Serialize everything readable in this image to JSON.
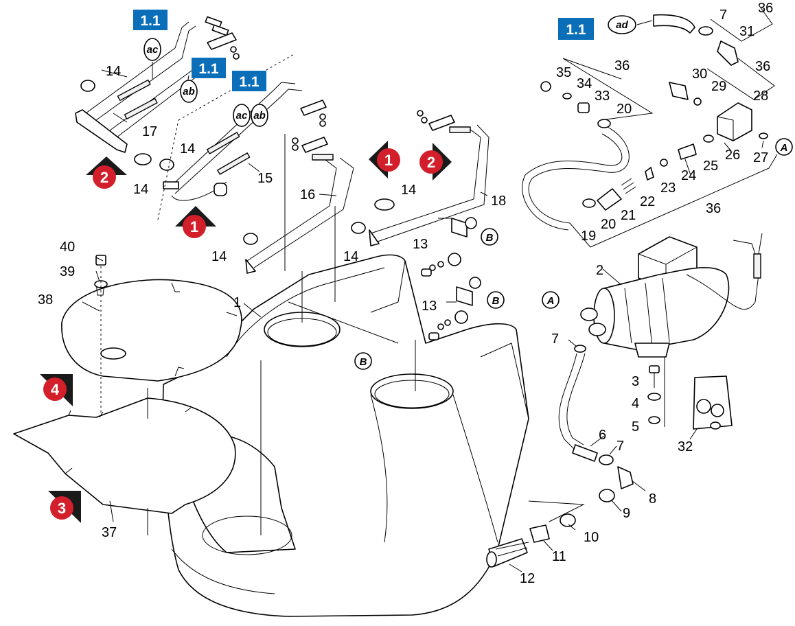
{
  "diagram": {
    "ref_tags": [
      "1.1",
      "1.1",
      "1.1",
      "1.1"
    ],
    "ovals": [
      "ac",
      "ab",
      "ac",
      "ab",
      "ad"
    ],
    "circle_refs": [
      "B",
      "B",
      "B",
      "A",
      "A"
    ],
    "markers": [
      "1",
      "2",
      "1",
      "2",
      "4",
      "3"
    ],
    "part_numbers": {
      "p1": "1",
      "p2": "2",
      "p3": "3",
      "p4": "4",
      "p5": "5",
      "p6": "6",
      "p7a": "7",
      "p7b": "7",
      "p7c": "7",
      "p8": "8",
      "p9": "9",
      "p10": "10",
      "p11": "11",
      "p12": "12",
      "p13a": "13",
      "p13b": "13",
      "p14a": "14",
      "p14b": "14",
      "p14c": "14",
      "p14d": "14",
      "p14e": "14",
      "p14f": "14",
      "p15": "15",
      "p16": "16",
      "p17": "17",
      "p18": "18",
      "p19": "19",
      "p20a": "20",
      "p20b": "20",
      "p21": "21",
      "p22": "22",
      "p23": "23",
      "p24": "24",
      "p25": "25",
      "p26": "26",
      "p27": "27",
      "p28": "28",
      "p29": "29",
      "p30": "30",
      "p31": "31",
      "p32": "32",
      "p33": "33",
      "p34": "34",
      "p35": "35",
      "p36a": "36",
      "p36b": "36",
      "p36c": "36",
      "p36d": "36",
      "p37": "37",
      "p38": "38",
      "p39": "39",
      "p40": "40"
    },
    "colors": {
      "tag_blue": "#0a6fb8",
      "marker_red": "#d21f2b",
      "marker_shadow": "#1a1a1a",
      "line": "#000000"
    }
  }
}
